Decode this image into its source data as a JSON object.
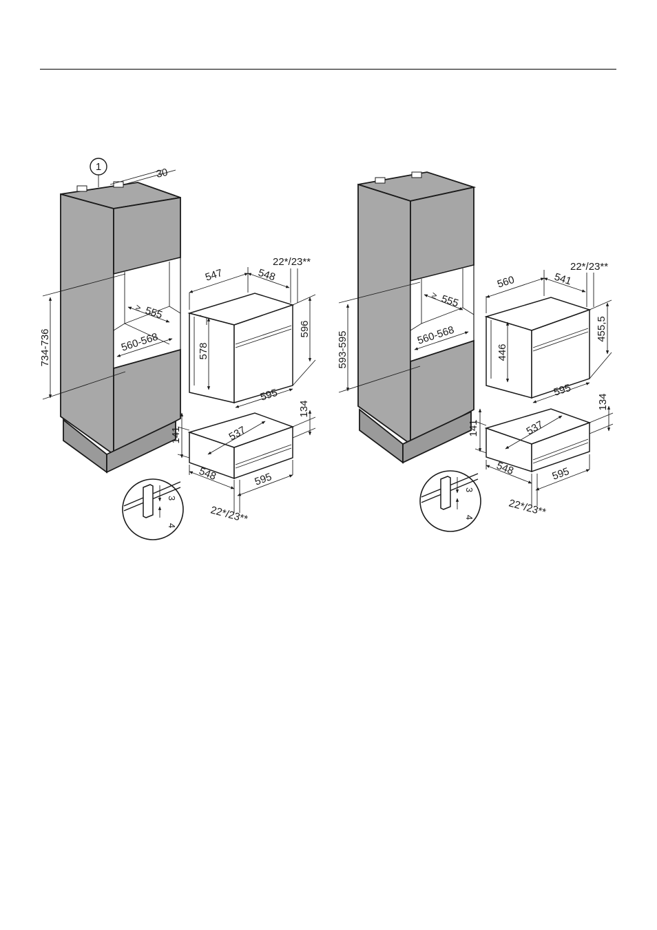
{
  "marker": {
    "label": "1"
  },
  "left": {
    "cabinet": {
      "top_gap": "30",
      "niche_height": "734-736",
      "niche_depth": "555",
      "niche_depth_sign": "≥",
      "niche_width": "560-568"
    },
    "oven": {
      "depth": "547",
      "depth_rear": "548",
      "front_thickness": "22*/23**",
      "height_body": "578",
      "height_front": "596",
      "width": "595"
    },
    "drawer": {
      "depth": "537",
      "height_body": "141",
      "height_front": "134",
      "depth_side": "548",
      "width": "595",
      "front_thickness": "22*/23**"
    },
    "detail": {
      "gap_top": "3",
      "gap_bottom": "4"
    }
  },
  "right": {
    "cabinet": {
      "niche_height": "593-595",
      "niche_depth": "555",
      "niche_depth_sign": "≥",
      "niche_width": "560-568"
    },
    "oven": {
      "depth": "560",
      "depth_rear": "541",
      "front_thickness": "22*/23**",
      "height_body": "446",
      "height_front": "455,5",
      "width": "595"
    },
    "drawer": {
      "depth": "537",
      "height_body": "141",
      "height_front": "134",
      "depth_side": "548",
      "width": "595",
      "front_thickness": "22*/23**"
    },
    "detail": {
      "gap_top": "3",
      "gap_bottom": "4"
    }
  }
}
